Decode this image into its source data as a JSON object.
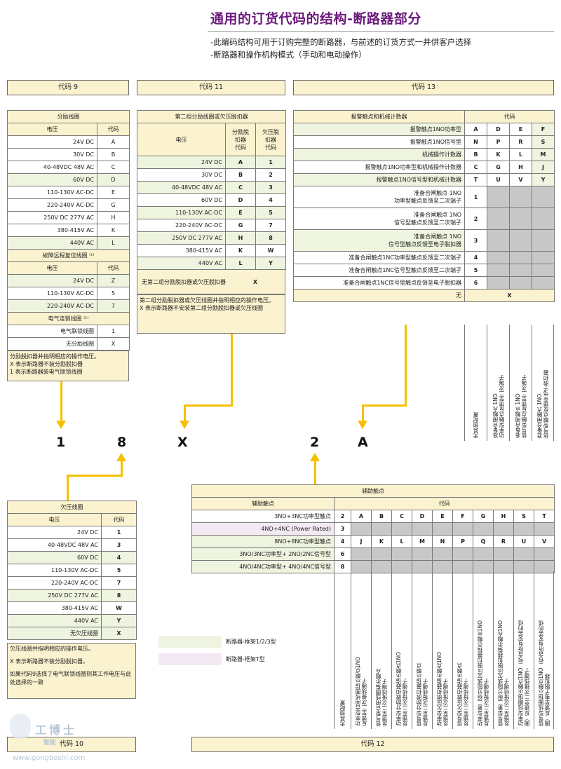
{
  "header": {
    "title": "通用的订货代码的结构-断路器部分",
    "line1": "-此编码结构可用于订购完整的断路器，与前述的订货方式一并供客户选择",
    "line2": "-断路器和操作机构模式（手动和电动操作）"
  },
  "code_boxes": {
    "c9": "代码 9",
    "c11": "代码 11",
    "c13": "代码 13",
    "c10": "代码 10",
    "c12": "代码 12"
  },
  "table9": {
    "title": "分励线圈",
    "col_voltage": "电压",
    "col_code": "代码",
    "rows": [
      {
        "v": "24V DC",
        "c": "A"
      },
      {
        "v": "30V DC",
        "c": "B"
      },
      {
        "v": "40-48VDC 48V AC",
        "c": "C"
      },
      {
        "v": "60V DC",
        "c": "D"
      },
      {
        "v": "110-130V AC-DC",
        "c": "E"
      },
      {
        "v": "220-240V AC-DC",
        "c": "G"
      },
      {
        "v": "250V DC 277V AC",
        "c": "H"
      },
      {
        "v": "380-415V AC",
        "c": "K"
      },
      {
        "v": "440V AC",
        "c": "L"
      }
    ],
    "reset_title": "故障远程复位线圈 ⁽¹⁾",
    "reset_rows": [
      {
        "v": "24V DC",
        "c": "Z"
      },
      {
        "v": "110-130V  AC-DC",
        "c": "5"
      },
      {
        "v": "220-240V  AC-DC",
        "c": "7"
      }
    ],
    "interlock_title": "电气连锁线圈 ⁽¹⁾",
    "interlock_rows": [
      {
        "v": "电气联锁线圈",
        "c": "1"
      },
      {
        "v": "无分励线圈",
        "c": "X"
      }
    ],
    "note": "分励脱扣器并指明相应的操作电压。\nX 表示断路器不装分励脱扣器\n1 表示断路器装电气联锁线圈"
  },
  "table11": {
    "title": "第二组分励线圈或欠压脱扣器",
    "col_voltage": "电压",
    "col_shunt": "分励脱\n扣器\n代码",
    "col_uv": "欠压脱\n扣器\n代码",
    "rows": [
      {
        "v": "24V DC",
        "s": "A",
        "u": "1"
      },
      {
        "v": "30V DC",
        "s": "B",
        "u": "2"
      },
      {
        "v": "40-48VDC 48V AC",
        "s": "C",
        "u": "3"
      },
      {
        "v": "60V DC",
        "s": "D",
        "u": "4"
      },
      {
        "v": "110-130V AC-DC",
        "s": "E",
        "u": "5"
      },
      {
        "v": "220-240V AC-DC",
        "s": "G",
        "u": "7"
      },
      {
        "v": "250V DC 277V AC",
        "s": "H",
        "u": "8"
      },
      {
        "v": "380-415V AC",
        "s": "K",
        "u": "W"
      },
      {
        "v": "440V AC",
        "s": "L",
        "u": "Y"
      }
    ],
    "none_label": "无第二组分励脱扣器或欠压脱扣器",
    "none_code": "X",
    "note": "第二组分励脱扣器或欠压线圈并指明相应的操作电压。\nX 表示断路器不安装第二组分励脱扣器或欠压线圈"
  },
  "table13": {
    "title": "报警触点和机械计数器",
    "col_code": "代码",
    "rows": [
      {
        "label": "报警触点1NO功率型",
        "codes": [
          "A",
          "D",
          "E",
          "F"
        ]
      },
      {
        "label": "报警触点1NO信号型",
        "codes": [
          "N",
          "P",
          "R",
          "S"
        ]
      },
      {
        "label": "机械操作计数器",
        "codes": [
          "B",
          "K",
          "L",
          "M"
        ]
      },
      {
        "label": "报警触点1NO功率型和机械操作计数器",
        "codes": [
          "C",
          "G",
          "H",
          "J"
        ]
      },
      {
        "label": "报警触点1NO信号型和机械计数器",
        "codes": [
          "T",
          "U",
          "V",
          "Y"
        ]
      }
    ],
    "rows2": [
      {
        "label": "准备合闸触点 1NO\n功率型触点反馈至二次端子",
        "code": "1"
      },
      {
        "label": "准备合闸触点 1NO\n信号型触点反馈至二次端子",
        "code": "2"
      },
      {
        "label": "准备合闸触点 1NO\n信号型触点反馈至电子脱扣器",
        "code": "3"
      },
      {
        "label": "准备合闸触点1NC功率型触点反馈至二次端子",
        "code": "4"
      },
      {
        "label": "准备合闸触点1NC信号型触点反馈至二次端子",
        "code": "5"
      },
      {
        "label": "准备合闸触点1NC信号型触点反馈至电子脱扣器",
        "code": "6"
      }
    ],
    "none_label": "无",
    "none_code": "X",
    "vlabels": [
      "无其他配置",
      "准备合闸触点 1NO\n功率型触点反馈至二次端子",
      "准备合闸触点 1NO\n信号型触点反馈至二次端子",
      "准备合闸触点 1NO\n信号型触点反馈至电子脱扣器"
    ]
  },
  "order_code": {
    "d1": "1",
    "d2": "8",
    "d3": "X",
    "d4": "2",
    "d5": "A"
  },
  "table10": {
    "title": "欠压线圈",
    "col_voltage": "电压",
    "col_code": "代码",
    "rows": [
      {
        "v": "24V DC",
        "c": "1"
      },
      {
        "v": "40-48VDC 48V AC",
        "c": "3"
      },
      {
        "v": "60V DC",
        "c": "4"
      },
      {
        "v": "110-130V AC-DC",
        "c": "5"
      },
      {
        "v": "220-240V AC-DC",
        "c": "7"
      },
      {
        "v": "250V DC 277V AC",
        "c": "8"
      },
      {
        "v": "380-415V AC",
        "c": "W"
      },
      {
        "v": "440V AC",
        "c": "Y"
      },
      {
        "v": "无欠压线圈",
        "c": "X"
      }
    ],
    "note1": "欠压线圈并指明相应的操作电压。",
    "note2": "X 表示断路器不装分励脱扣器。",
    "note3": "如果代码9选择了电气联锁线圈则其工作电压与此处选择的一致"
  },
  "table12": {
    "title": "辅助触点",
    "col_aux": "辅助触点",
    "col_code": "代码",
    "rows": [
      {
        "label": "3NO+3NC功率型触点",
        "first": "2",
        "codes": [
          "A",
          "B",
          "C",
          "D",
          "E",
          "F",
          "G",
          "H",
          "S",
          "T"
        ]
      },
      {
        "label": "4NO+4NC (Power Rated)",
        "first": "3",
        "codes": []
      },
      {
        "label": "8NO+8NC功率型触点",
        "first": "4",
        "codes": [
          "J",
          "K",
          "L",
          "M",
          "N",
          "P",
          "Q",
          "R",
          "U",
          "V"
        ]
      },
      {
        "label": "3NO/3NC功率型+ 2NO/2NC信号型",
        "first": "6",
        "codes": []
      },
      {
        "label": "4NO/4NC功率型+ 4NO/4NC信号型",
        "first": "8",
        "codes": []
      }
    ],
    "vlabels": [
      "无其他配置",
      "功率型合闸线圈指示触点1NO\n反馈至二次接线端子",
      "信号型合闸线圈指示触点\n反馈至二次接线端子",
      "功率型分励脱扣器指示触点1NO\n反馈至二次接线端子",
      "信号型分励脱扣器指示触点\n反馈至二次接线端子",
      "功率型欠压脱扣器指示触点1NO\n反馈至二次接线端子",
      "信号型欠压脱扣器指示触点\n反馈至二次接线端子",
      "功率型第二组分励或欠压脱扣器指示触点1NO\n反馈至二次接线端子",
      "信号型第二组分励或欠压脱扣器指示触点1NO\n反馈至二次接线端子",
      "功率型线圈指示触点1NO（包含所有安装的线\n圈）反馈至二次接线端子",
      "信号型线圈指示触点1NO（包含所有安装的线\n圈）反馈至电子脱扣器"
    ]
  },
  "legend": {
    "frame13": "断路器-框架1/2/3型",
    "frameT": "断路器-框架T型"
  },
  "watermark": {
    "text1": "工博士",
    "text2": "智能",
    "url": "www.gongboshi.com"
  },
  "colors": {
    "yellow_arrow": "#f5c000",
    "header_fill": "#fbf2cf",
    "green_fill": "#eef4df",
    "pink_fill": "#f3e9f3",
    "gray_fill": "#c8c8c8",
    "title_color": "#6b1a7a"
  }
}
